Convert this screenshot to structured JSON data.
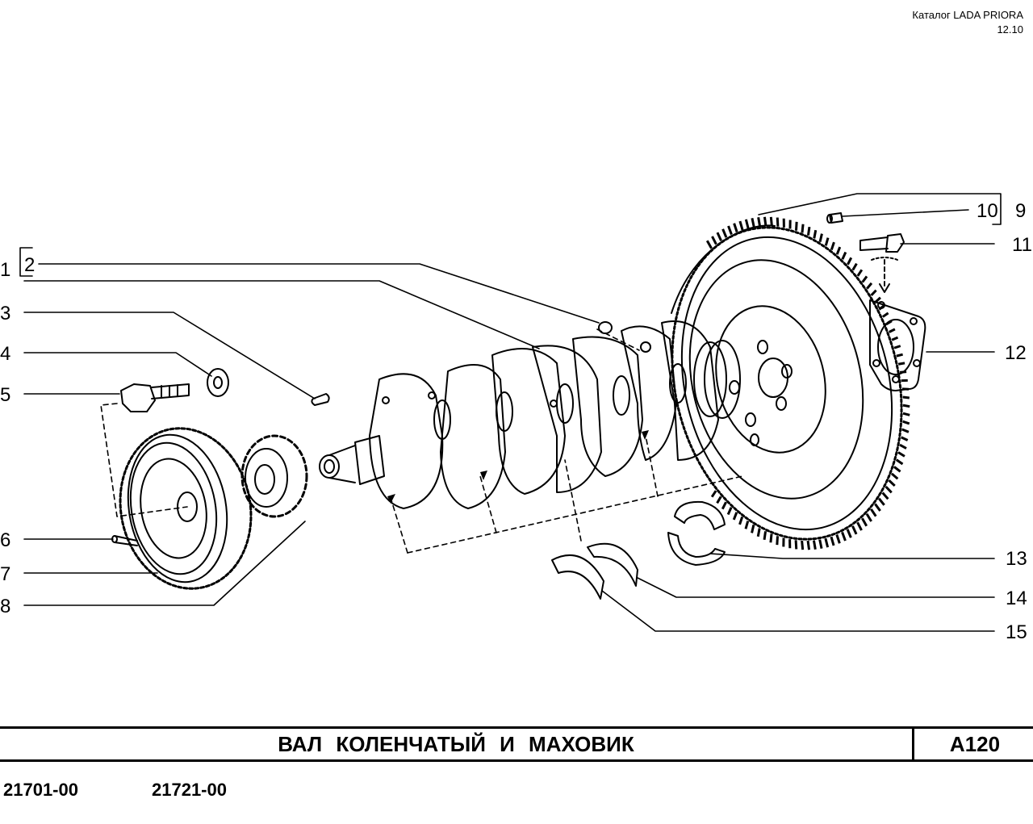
{
  "header": {
    "catalog": "Каталог  LADA  PRIORA",
    "date": "12.10"
  },
  "callouts": [
    "1",
    "2",
    "3",
    "4",
    "5",
    "6",
    "7",
    "8",
    "9",
    "10",
    "11",
    "12",
    "13",
    "14",
    "15"
  ],
  "footer": {
    "title": "ВАЛ  КОЛЕНЧАТЫЙ  И  МАХОВИК",
    "code": "A120"
  },
  "models": [
    "21701-00",
    "21721-00"
  ]
}
